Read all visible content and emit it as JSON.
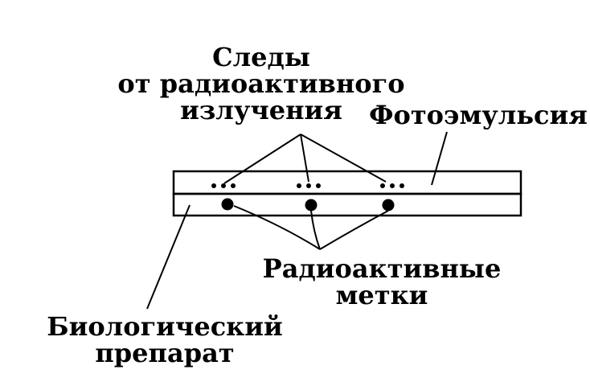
{
  "labels": {
    "traces": [
      "Следы",
      "от радиоактивного",
      "излучения"
    ],
    "emulsion": "Фотоэмульсия",
    "marks": [
      "Радиоактивные",
      "метки"
    ],
    "sample": [
      "Биологический",
      "препарат"
    ]
  },
  "colors": {
    "ink": "#000000",
    "paper": "#ffffff"
  },
  "track_groups": 3,
  "dots_per_track": 3,
  "radioactive_marks": 3
}
